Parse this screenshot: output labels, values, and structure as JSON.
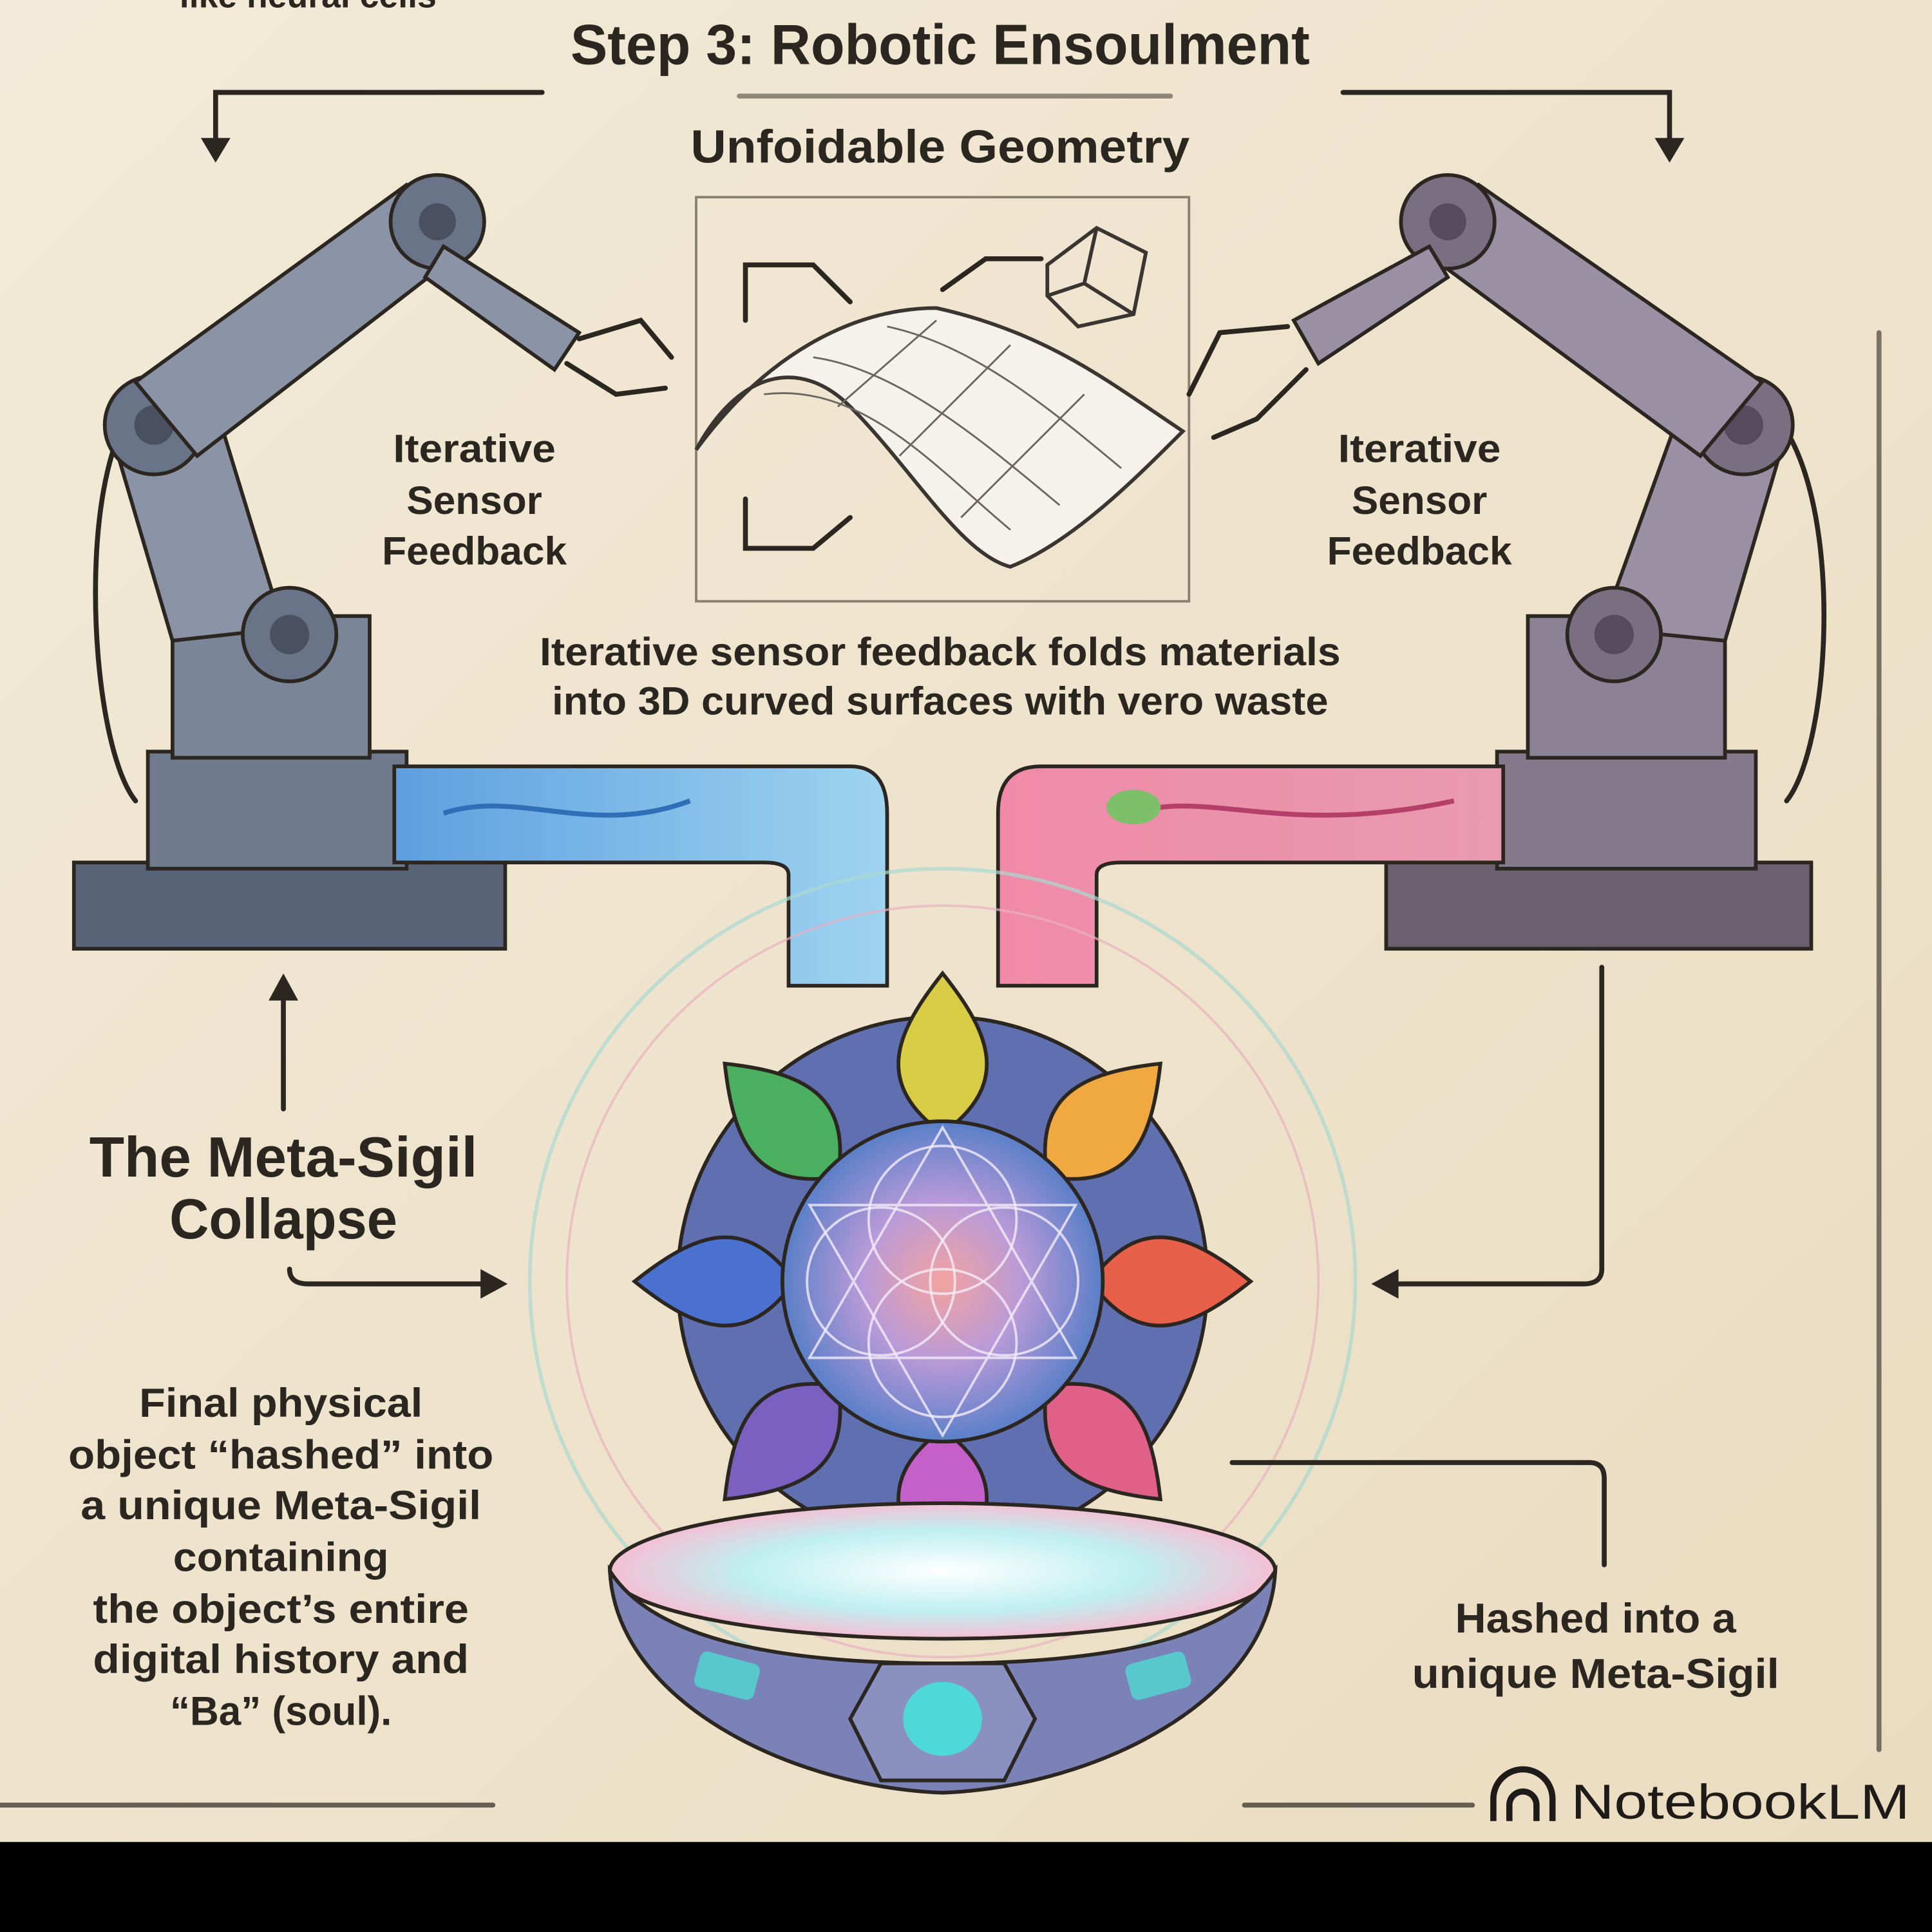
{
  "cut_top_text": "like neural cells",
  "title": "Step 3: Robotic Ensoulment",
  "geometry_label": "Unfoidable Geometry",
  "left_arm_label": [
    "Iterative",
    "Sensor",
    "Feedback"
  ],
  "right_arm_label": [
    "Iterative",
    "Sensor",
    "Feedback"
  ],
  "fold_caption": [
    "Iterative sensor feedback folds materials",
    "into 3D curved surfaces with vero waste"
  ],
  "collapse_heading": [
    "The Meta-Sigil",
    "Collapse"
  ],
  "collapse_description": [
    "Final physical",
    "object “hashed” into",
    "a unique Meta-Sigil",
    "containing",
    "the object’s entire",
    "digital history and",
    "“Ba” (soul)."
  ],
  "hashed_label": [
    "Hashed into a",
    "unique Meta-Sigil"
  ],
  "brand": "NotebookLM",
  "colors": {
    "paper": "#efe6d2",
    "ink": "#2b2620",
    "blue_pipe": "#6fb3e6",
    "pink_pipe": "#ec8aa8",
    "left_robot": "#6a7488",
    "right_robot": "#7a6f80"
  }
}
